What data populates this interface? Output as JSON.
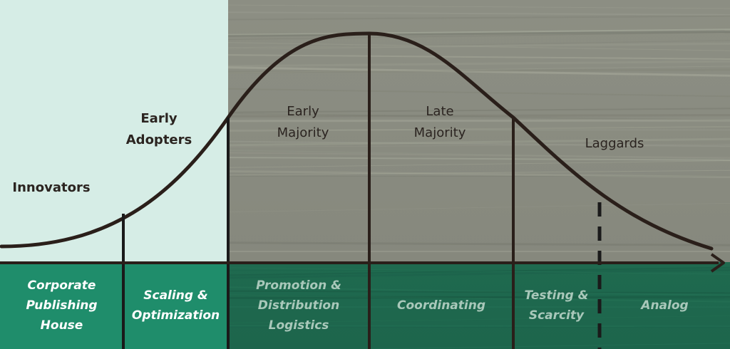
{
  "segments": [
    {
      "key": "innovators",
      "lines": [
        "Innovators"
      ]
    },
    {
      "key": "early-adopters",
      "lines": [
        "Early",
        "Adopters"
      ]
    },
    {
      "key": "early-majority",
      "lines": [
        "Early",
        "Majority"
      ]
    },
    {
      "key": "late-majority",
      "lines": [
        "Late",
        "Majority"
      ]
    },
    {
      "key": "laggards",
      "lines": [
        "Laggards"
      ]
    }
  ],
  "strategies": [
    {
      "key": "corporate-publishing-house",
      "lines": [
        "Corporate",
        "Publishing",
        "House"
      ]
    },
    {
      "key": "scaling-optimization",
      "lines": [
        "Scaling &",
        "Optimization"
      ]
    },
    {
      "key": "promotion-distribution-logistics",
      "lines": [
        "Promotion &",
        "Distribution",
        "Logistics"
      ]
    },
    {
      "key": "coordinating",
      "lines": [
        "Coordinating"
      ]
    },
    {
      "key": "testing-scarcity",
      "lines": [
        "Testing &",
        "Scarcity"
      ]
    },
    {
      "key": "analog",
      "lines": [
        "Analog"
      ]
    }
  ],
  "colors": {
    "left_background": "#d6ede6",
    "wood_background": "#8a8c81",
    "strategy_left_background": "#1f8d6b",
    "strategy_right_background": "#1d684e",
    "curve_line": "#2a1f1a",
    "segment_text": "#2b2420",
    "strategy_text_light": "#ffffff",
    "strategy_text_muted": "#a9c8ba"
  }
}
